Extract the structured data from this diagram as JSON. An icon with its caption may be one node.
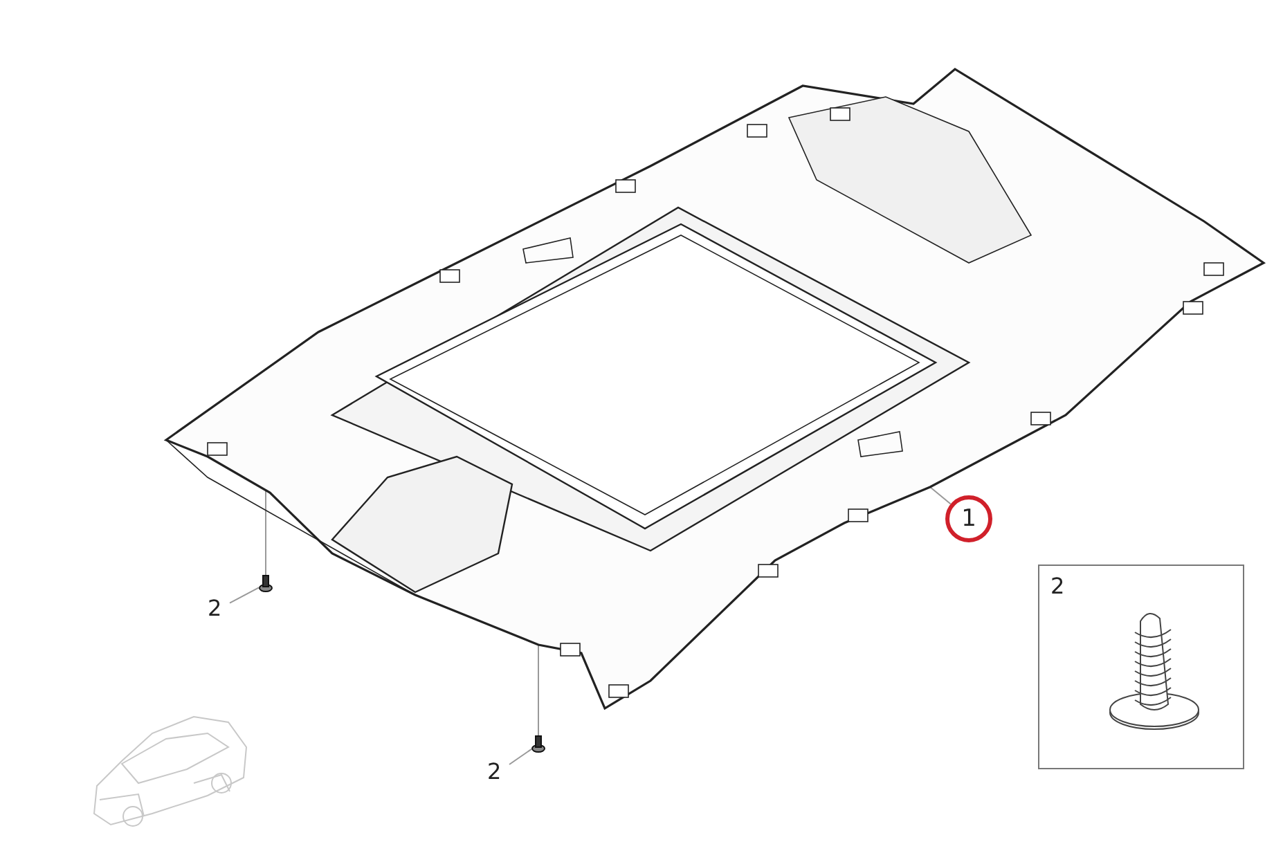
{
  "diagram": {
    "nodes": [
      {
        "text": [
          "1"
        ]
      },
      {
        "text": [],
        "shape": "picture"
      },
      {
        "text": [
          "2"
        ]
      },
      {
        "text": [],
        "shape": "picture"
      },
      {
        "text": [
          "2"
        ]
      },
      {
        "text": [],
        "shape": "picture"
      },
      {
        "text": [
          "2"
        ]
      },
      {
        "text": [],
        "shape": "picture",
        "in": 6
      }
    ],
    "edges": [
      {
        "from": 0,
        "to": 1,
        "arrow": "none"
      },
      {
        "from": 2,
        "to": 3,
        "arrow": "none"
      },
      {
        "from": 3,
        "to": 1,
        "arrow": "none"
      },
      {
        "from": 4,
        "to": 5,
        "arrow": "none"
      },
      {
        "from": 5,
        "to": 1,
        "arrow": "none"
      }
    ]
  }
}
